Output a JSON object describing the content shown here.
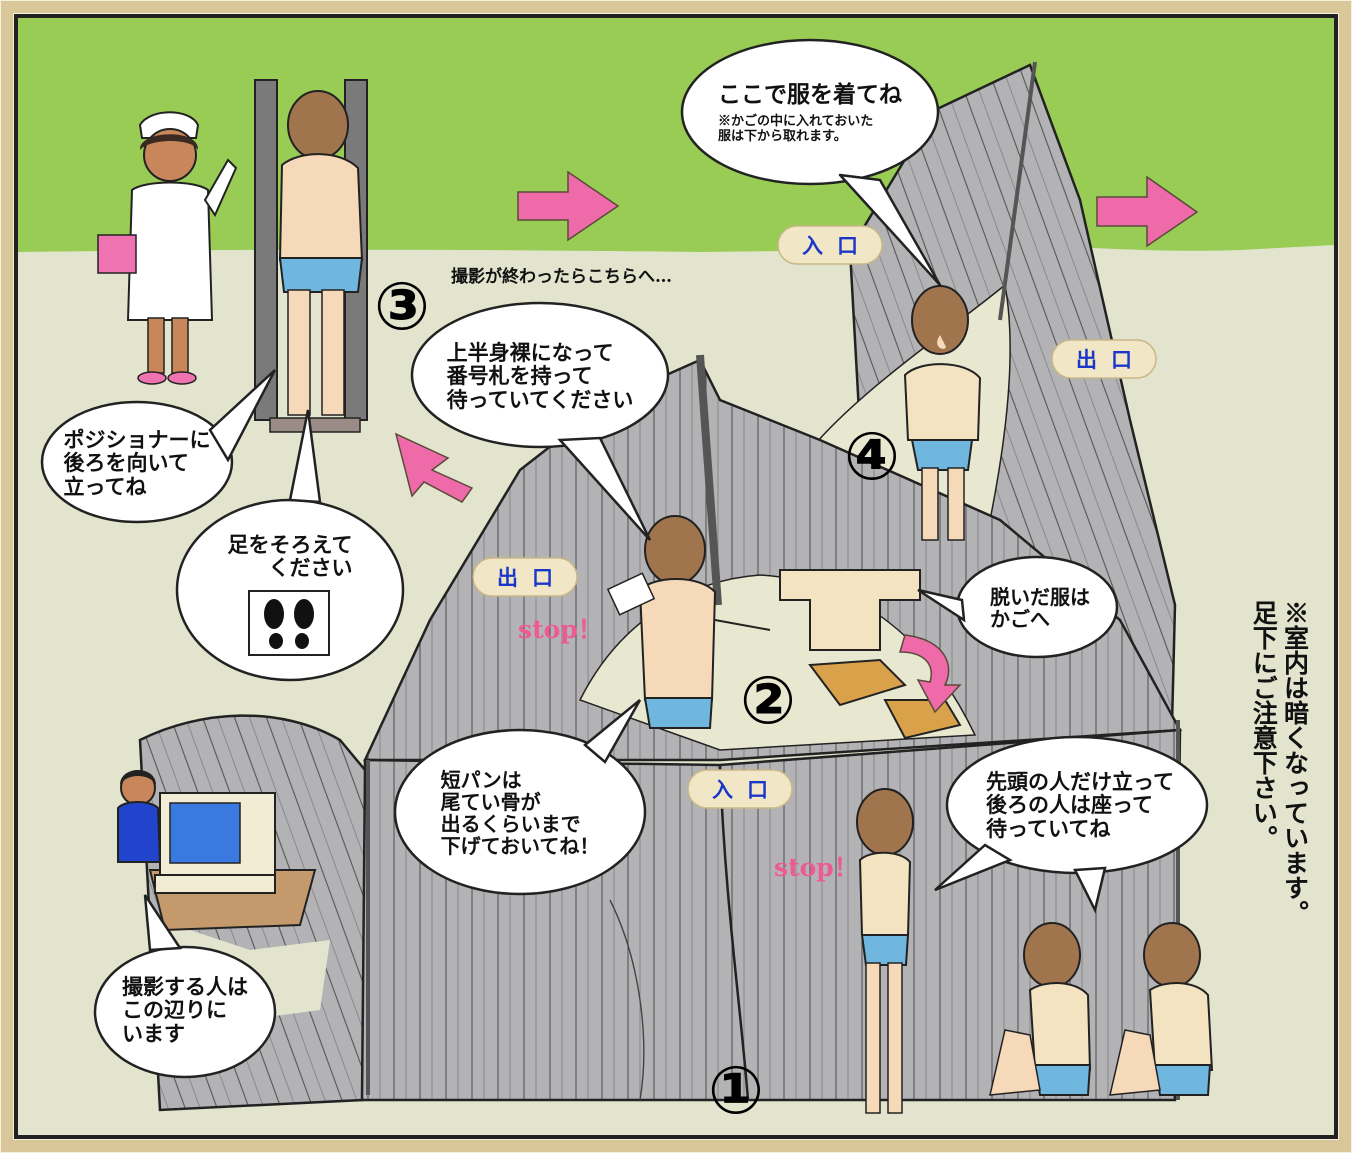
{
  "steps": {
    "one": "①",
    "two": "②",
    "three": "③",
    "four": "④"
  },
  "bubbles": {
    "dress_here": {
      "title": "ここで服を着てね",
      "note1": "※かごの中に入れておいた",
      "note2": "服は下から取れます。"
    },
    "undress": [
      "上半身裸になって",
      "番号札を持って",
      "待っていてください"
    ],
    "positioner": [
      "ポジショナーに",
      "後ろを向いて",
      "立ってね"
    ],
    "feet": [
      "足をそろえて",
      "ください"
    ],
    "shorts": [
      "短パンは",
      "尾てい骨が",
      "出るくらいまで",
      "下げておいてね！"
    ],
    "basket": [
      "脱いだ服は",
      "かごへ"
    ],
    "queue": [
      "先頭の人だけ立って",
      "後ろの人は座って",
      "待っていてね"
    ],
    "operator": [
      "撮影する人は",
      "この辺りに",
      "います"
    ]
  },
  "caption_after_shot": "撮影が終わったらこちらへ…",
  "labels": {
    "entrance": "入口",
    "exit": "出口",
    "stop": "stop！"
  },
  "side_note": [
    "※室内は暗くなっています。",
    "足下にご注意下さい。"
  ],
  "icons": [
    "footprints-icon",
    "arrow-right-icon",
    "arrow-up-left-icon",
    "curved-arrow-icon"
  ],
  "colors": {
    "sky": "#99cc55",
    "floor": "#e3e4ce",
    "curtain": "#b3b3b6",
    "arrow": "#ee6aa8",
    "tag": "#f1e7c6",
    "tag_text": "#1a37c8",
    "stop": "#ee5a94",
    "frame": "#d9c79a"
  }
}
